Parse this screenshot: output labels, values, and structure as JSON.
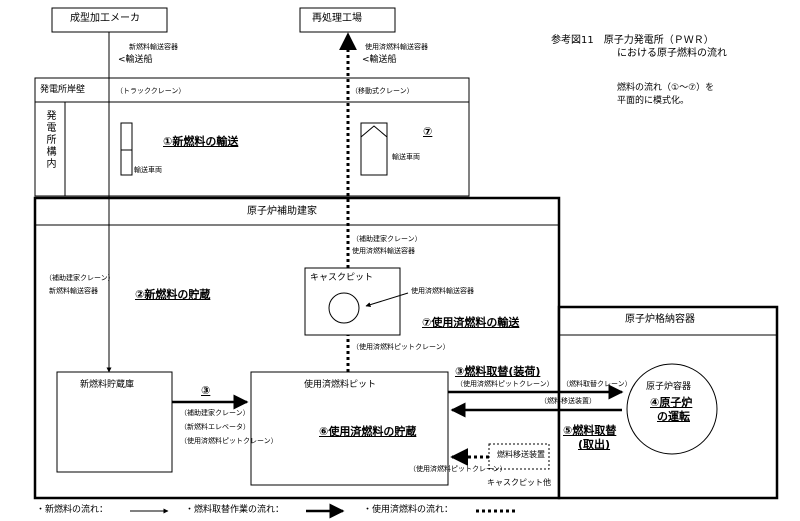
{
  "header": {
    "line1": "参考図11　原子力発電所（ＰＷＲ）",
    "line2": "における原子燃料の流れ",
    "note1": "燃料の流れ（①〜⑦）を",
    "note2": "平面的に模式化。"
  },
  "boxes": {
    "fabricator": "成型加工メーカ",
    "reprocessing": "再処理工場",
    "seawall": "発電所岸壁",
    "site_interior": "発電所構内",
    "aux_building": "原子炉補助建家",
    "cask_pit": "キャスクピット",
    "new_fuel_storage": "新燃料貯蔵庫",
    "spent_fuel_pit": "使用済燃料ピット",
    "containment": "原子炉格納容器",
    "reactor_vessel": "原子炉容器",
    "reactor_op": "④原子炉",
    "reactor_op2": "の運転",
    "fuel_transfer": "燃料移送装置",
    "cask_pit_other": "キャスクピット他"
  },
  "steps": {
    "s1": "①新燃料の輸送",
    "s2": "②新燃料の貯蔵",
    "s3": "③",
    "s3b": "③燃料取替(装荷)",
    "s5": "⑤燃料取替",
    "s5b": "(取出)",
    "s6": "⑥使用済燃料の貯蔵",
    "s7": "⑦",
    "s7b": "⑦使用済燃料の輸送"
  },
  "labels": {
    "new_fuel_container": "新燃料輸送容器",
    "ship_in": "<輸送船",
    "spent_container": "使用済燃料輸送容器",
    "ship_out": "<輸送船",
    "truck_crane": "（トラッククレーン）",
    "mobile_crane": "（移動式クレーン）",
    "transport_vehicle1": "輸送車両",
    "transport_vehicle2": "輸送車両",
    "crane_a1": "（補助建家クレーン）",
    "crane_a2": "使用済燃料輸送容器",
    "crane_b1": "（補助建家クレーン）",
    "crane_b2": "新燃料輸送容器",
    "cask_container": "使用済燃料輸送容器",
    "pit_crane_up": "（使用済燃料ピットクレーン）",
    "store_c1": "（補助建家クレーン）",
    "store_c2": "（新燃料エレベータ）",
    "store_c3": "（使用済燃料ピットクレーン）",
    "pit_crane_r": "（使用済燃料ピットクレーン）",
    "replace_crane": "（燃料取替クレーン）",
    "transfer_dev": "（燃料移送装置）",
    "pit_crane_low": "（使用済燃料ピットクレーン）"
  },
  "legend": {
    "new_fuel": "・新燃料の流れ：",
    "replace": "・燃料取替作業の流れ：",
    "spent": "・使用済燃料の流れ："
  }
}
